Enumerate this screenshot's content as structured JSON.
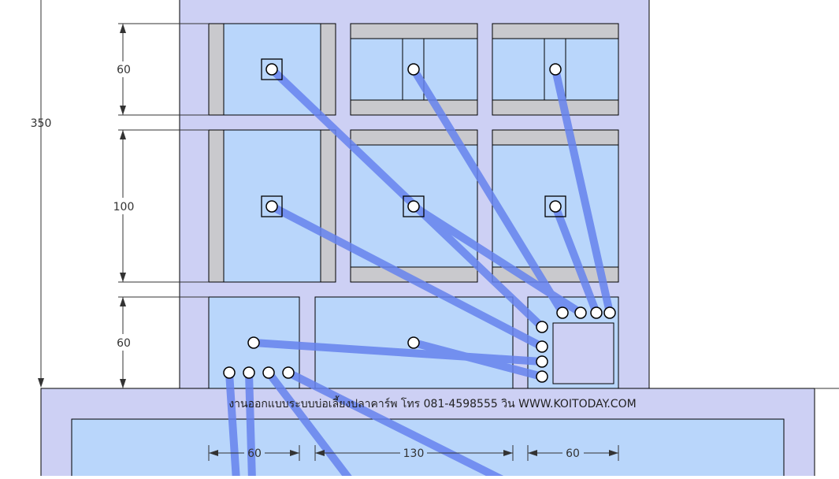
{
  "dimensions": {
    "total_height": "350",
    "row_top": "60",
    "row_middle": "100",
    "row_bottom": "60",
    "col_left": "60",
    "col_middle": "130",
    "col_right": "60"
  },
  "watermark": "งานออกแบบระบบบ่อเลี้ยงปลาคาร์พ โทร 081-4598555 วิน  WWW.KOITODAY.COM",
  "colors": {
    "pond_fill": "#b9d6fb",
    "wall_fill": "#cdd0f4",
    "baffle_fill": "#c9c9cd",
    "pipe": "#6683ee",
    "outline": "#000000"
  }
}
